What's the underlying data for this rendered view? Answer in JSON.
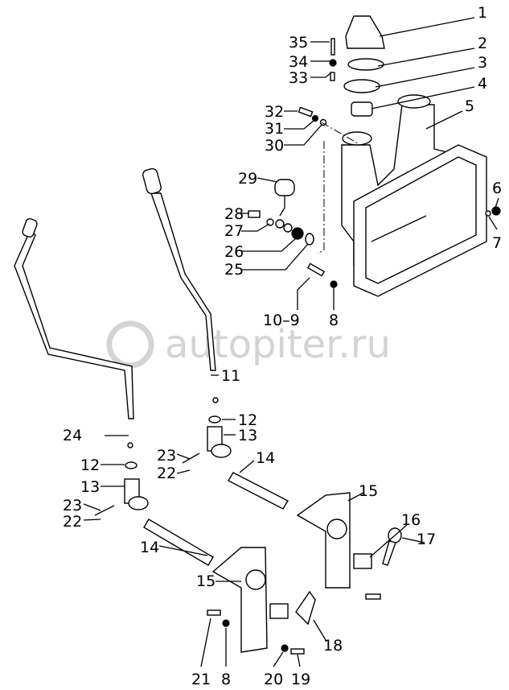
{
  "watermark": {
    "text": "autopiter.ru"
  },
  "callouts": {
    "c1": "1",
    "c2": "2",
    "c3": "3",
    "c4": "4",
    "c5": "5",
    "c6": "6",
    "c7": "7",
    "c8a": "8",
    "c8b": "8",
    "c10_9": "10–9",
    "c11": "11",
    "c12a": "12",
    "c12b": "12",
    "c13a": "13",
    "c13b": "13",
    "c14a": "14",
    "c14b": "14",
    "c15a": "15",
    "c15b": "15",
    "c16": "16",
    "c17": "17",
    "c18": "18",
    "c19": "19",
    "c20": "20",
    "c21": "21",
    "c22a": "22",
    "c22b": "22",
    "c23a": "23",
    "c23b": "23",
    "c24": "24",
    "c25": "25",
    "c26": "26",
    "c27": "27",
    "c28": "28",
    "c29": "29",
    "c30": "30",
    "c31": "31",
    "c32": "32",
    "c33": "33",
    "c34": "34",
    "c35": "35"
  }
}
